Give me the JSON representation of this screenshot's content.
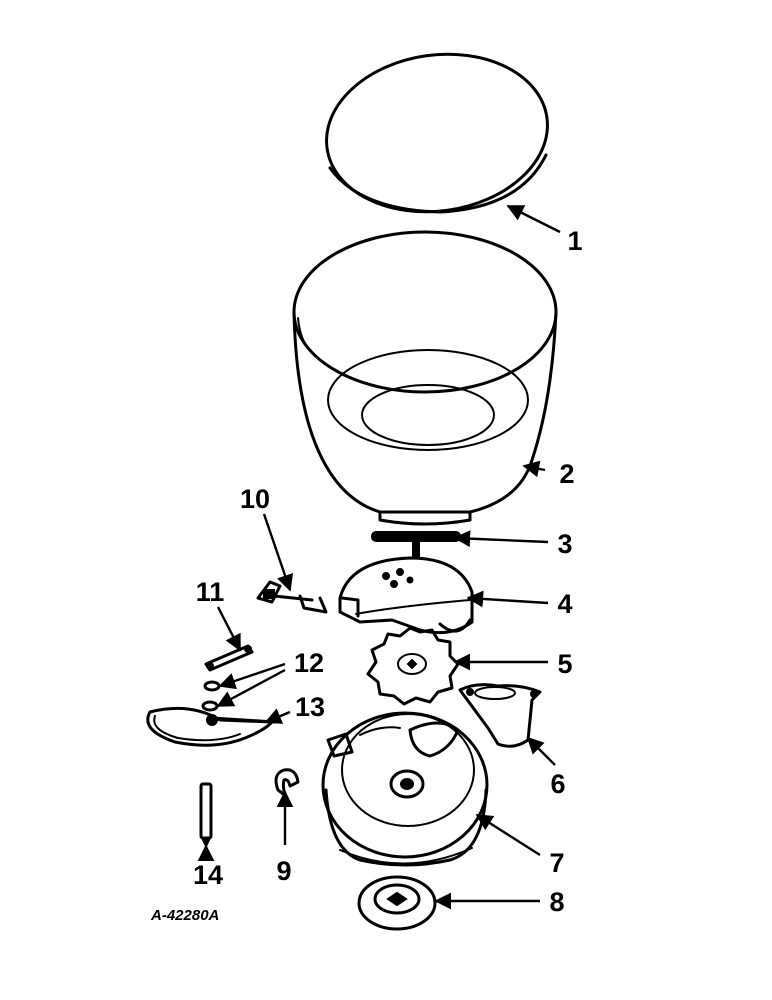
{
  "drawing_number": "A-42280A",
  "callouts": [
    {
      "number": "1"
    },
    {
      "number": "2"
    },
    {
      "number": "3"
    },
    {
      "number": "4"
    },
    {
      "number": "5"
    },
    {
      "number": "6"
    },
    {
      "number": "7"
    },
    {
      "number": "8"
    },
    {
      "number": "9"
    },
    {
      "number": "10"
    },
    {
      "number": "11"
    },
    {
      "number": "12"
    },
    {
      "number": "13"
    },
    {
      "number": "14"
    }
  ]
}
